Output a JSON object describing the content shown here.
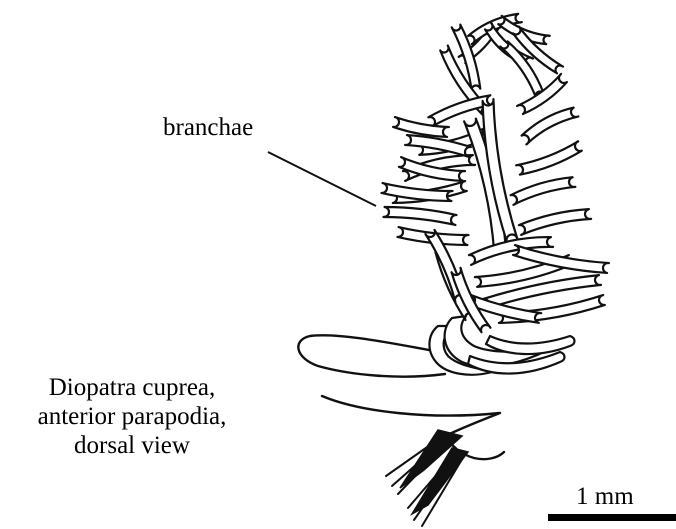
{
  "labels": {
    "branchae": "branchae",
    "caption_line1": "Diopatra cuprea,",
    "caption_line2": "anterior parapodia,",
    "caption_line3": "dorsal view",
    "scale": "1 mm"
  },
  "colors": {
    "ink": "#111111",
    "background": "#ffffff"
  }
}
